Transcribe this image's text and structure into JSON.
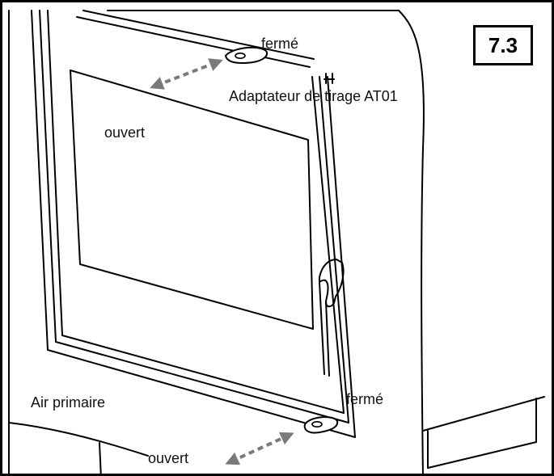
{
  "figure": {
    "number": "7.3"
  },
  "labels": {
    "top_closed": "fermé",
    "draft_adapter": "Adaptateur de tirage AT01",
    "top_open": "ouvert",
    "bottom_closed": "fermé",
    "primary_air": "Air primaire",
    "bottom_open": "ouvert"
  },
  "colors": {
    "line": "#000000",
    "arrow": "#7a7a7a",
    "background": "#ffffff"
  },
  "icons": {
    "top_slider": "slider-knob-icon",
    "bottom_slider": "slider-knob-icon",
    "top_arrow": "double-dashed-arrow-icon",
    "bottom_arrow": "double-dashed-arrow-icon"
  }
}
